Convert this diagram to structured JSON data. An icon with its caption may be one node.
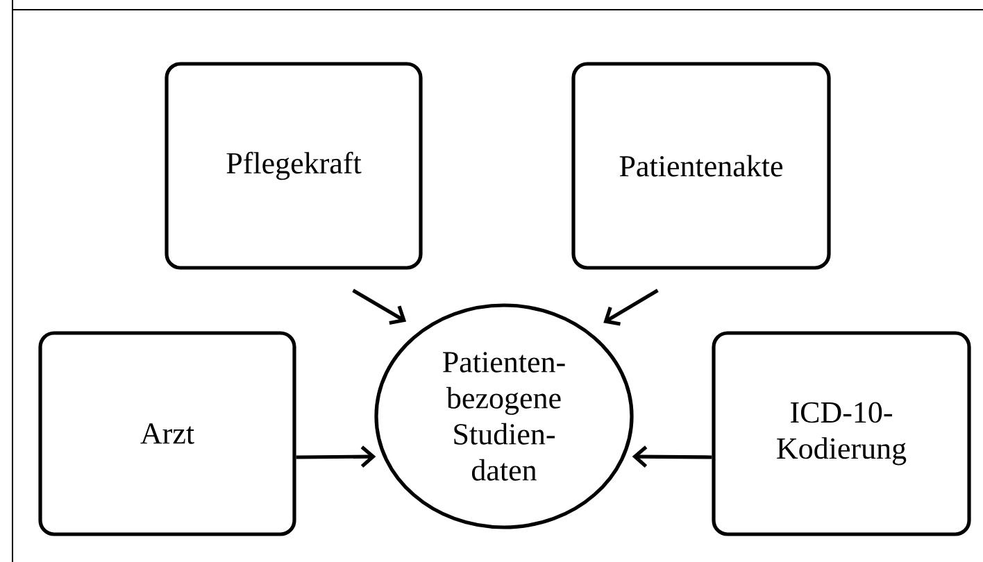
{
  "diagram": {
    "nodes": [
      {
        "text": [
          "Pflegekraft"
        ]
      },
      {
        "text": [
          "Patientenakte"
        ]
      },
      {
        "text": [
          "Arzt"
        ]
      },
      {
        "text": [
          "ICD-10- Kodierung"
        ]
      },
      {
        "text": [
          "Patienten- bezogene Studien- daten"
        ]
      }
    ],
    "edges": [
      {
        "from": 0,
        "to": 4,
        "arrow": "to"
      },
      {
        "from": 1,
        "to": 4,
        "arrow": "to"
      },
      {
        "from": 2,
        "to": 4,
        "arrow": "to"
      },
      {
        "from": 3,
        "to": 4,
        "arrow": "to"
      }
    ]
  }
}
